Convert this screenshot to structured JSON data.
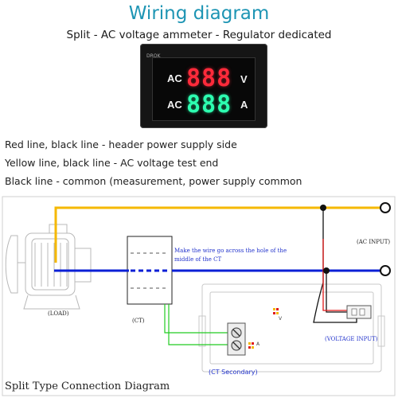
{
  "header": {
    "title": "Wiring diagram",
    "subtitle": "Split - AC voltage ammeter - Regulator dedicated"
  },
  "meter": {
    "brand": "DROK",
    "label_top": "AC",
    "label_bottom": "AC",
    "digits_voltage": "888",
    "digits_current": "888",
    "unit_voltage": "V",
    "unit_current": "A"
  },
  "descriptions": [
    "Red line, black line - header power supply side",
    "Yellow line, black line - AC voltage test end",
    "Black line - common (measurement, power supply common"
  ],
  "diagram": {
    "load_label": "(LOAD)",
    "ct_label": "(CT)",
    "ac_input_label": "(AC INPUT)",
    "voltage_input_label": "(VOLTAGE INPUT)",
    "ct_secondary_label": "(CT Secondary)",
    "note": "Make the wire go across the hole of the middle of the CT",
    "terminal_v": "V",
    "terminal_a": "A"
  },
  "colors": {
    "title": "#1e95b4",
    "yellow_wire": "#f5b800",
    "blue_wire": "#0a1fd6",
    "red_wire": "#e01818",
    "green_wire": "#22cc22",
    "black_wire": "#111111"
  },
  "caption": "Split Type Connection Diagram"
}
